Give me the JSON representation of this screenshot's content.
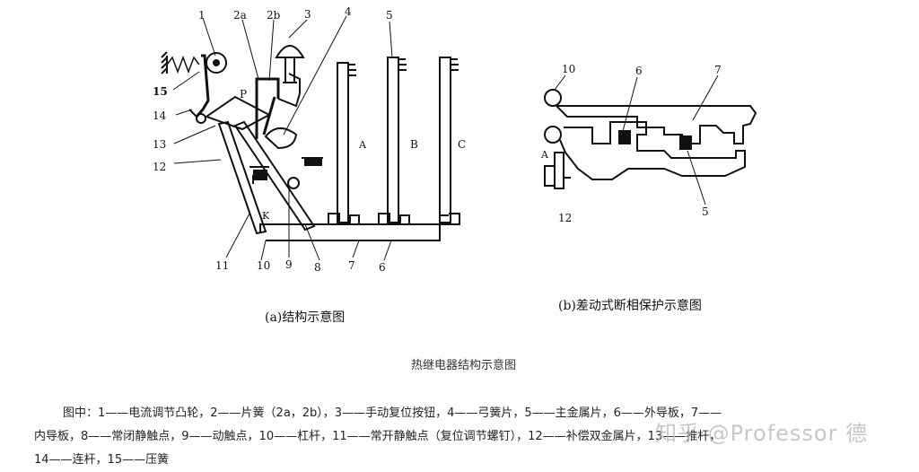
{
  "diagram_a": {
    "labels": {
      "n1": "1",
      "n2a": "2a",
      "n2b": "2b",
      "n3": "3",
      "n4": "4",
      "n5": "5",
      "n15": "15",
      "n14": "14",
      "n13": "13",
      "n12": "12",
      "P": "P",
      "A": "A",
      "B": "B",
      "C": "C",
      "K": "K",
      "n11": "11",
      "n10": "10",
      "n9": "9",
      "n8": "8",
      "n7": "7",
      "n6": "6"
    },
    "caption": "(a)结构示意图"
  },
  "diagram_b": {
    "labels": {
      "n10": "10",
      "n6": "6",
      "n7": "7",
      "A": "A",
      "n12": "12",
      "n5": "5"
    },
    "caption": "(b)差动式断相保护示意图"
  },
  "figure_title": "热继电器结构示意图",
  "legend": {
    "line1": "图中：1——电流调节凸轮，2——片簧（2a，2b），3——手动复位按钮，4——弓簧片，5——主金属片，6——外导板，7——",
    "line2": "内导板，8——常闭静触点，9——动触点，10——杠杆，11——常开静触点（复位调节螺钉），12——补偿双金属片，13——推杆，",
    "line3": "14——连杆，15——压簧"
  },
  "watermark": "知乎 @Professor 德"
}
